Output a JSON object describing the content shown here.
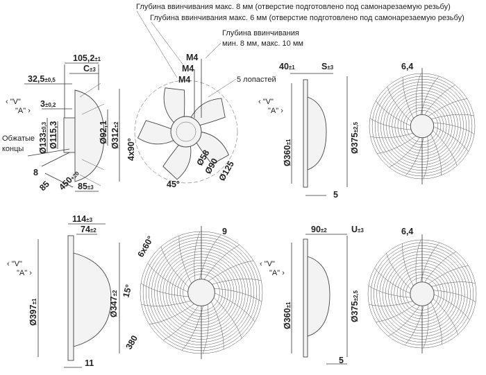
{
  "notes": {
    "depth8": "Глубина ввинчивания макс. 8 мм (отверстие подготовлено под самонарезаемую резьбу)",
    "depth6": "Глубина ввинчивания макс. 6 мм (отверстие подготовлено под самонарезаемую резьбу)",
    "depth_min1": "Глубина ввинчивания",
    "depth_min2": "мин. 8 мм, макс. 10 мм",
    "blades": "5 лопастей",
    "crimped1": "Обжатые",
    "crimped2": "концы",
    "flow_v": "‹ \"V\"",
    "flow_a": "\"A\" ›"
  },
  "dims": {
    "d105": {
      "v": "105,2",
      "t": "±1"
    },
    "c": {
      "v": "C",
      "t": "±3"
    },
    "d32": {
      "v": "32,5",
      "t": "±0,5"
    },
    "d3": {
      "v": "3",
      "t": "±0,2"
    },
    "d133": {
      "v": "Ø133",
      "t": "±0,3"
    },
    "d115": {
      "v": "Ø115,3"
    },
    "d92": {
      "v": "Ø92,1"
    },
    "d312": {
      "v": "Ø312",
      "t": "±2"
    },
    "d8": {
      "v": "8"
    },
    "d85a": {
      "v": "85"
    },
    "d450": {
      "v": "450",
      "t": "+20"
    },
    "d85b": {
      "v": "85",
      "t": "±3"
    },
    "m4": "M4",
    "a4x90": "4x90°",
    "a45": "45°",
    "d58": "Ø58",
    "d90": "Ø90",
    "d125": "Ø125",
    "d40": {
      "v": "40",
      "t": "±1"
    },
    "s": {
      "v": "S",
      "t": "±3"
    },
    "d360": {
      "v": "Ø360",
      "t": "±1"
    },
    "d375": {
      "v": "Ø375",
      "t": "±2,5"
    },
    "d5": "5",
    "d64": "6,4",
    "d114": {
      "v": "114",
      "t": "±3"
    },
    "d74": {
      "v": "74",
      "t": "±2"
    },
    "d397": {
      "v": "Ø397",
      "t": "±1"
    },
    "d347": {
      "v": "Ø347",
      "t": "±2"
    },
    "d11": "11",
    "a6x60": "6x60°",
    "a15": "15°",
    "d380": "380",
    "d9": "9",
    "d90b": {
      "v": "90",
      "t": "±2"
    },
    "u": {
      "v": "U",
      "t": "±3"
    }
  }
}
